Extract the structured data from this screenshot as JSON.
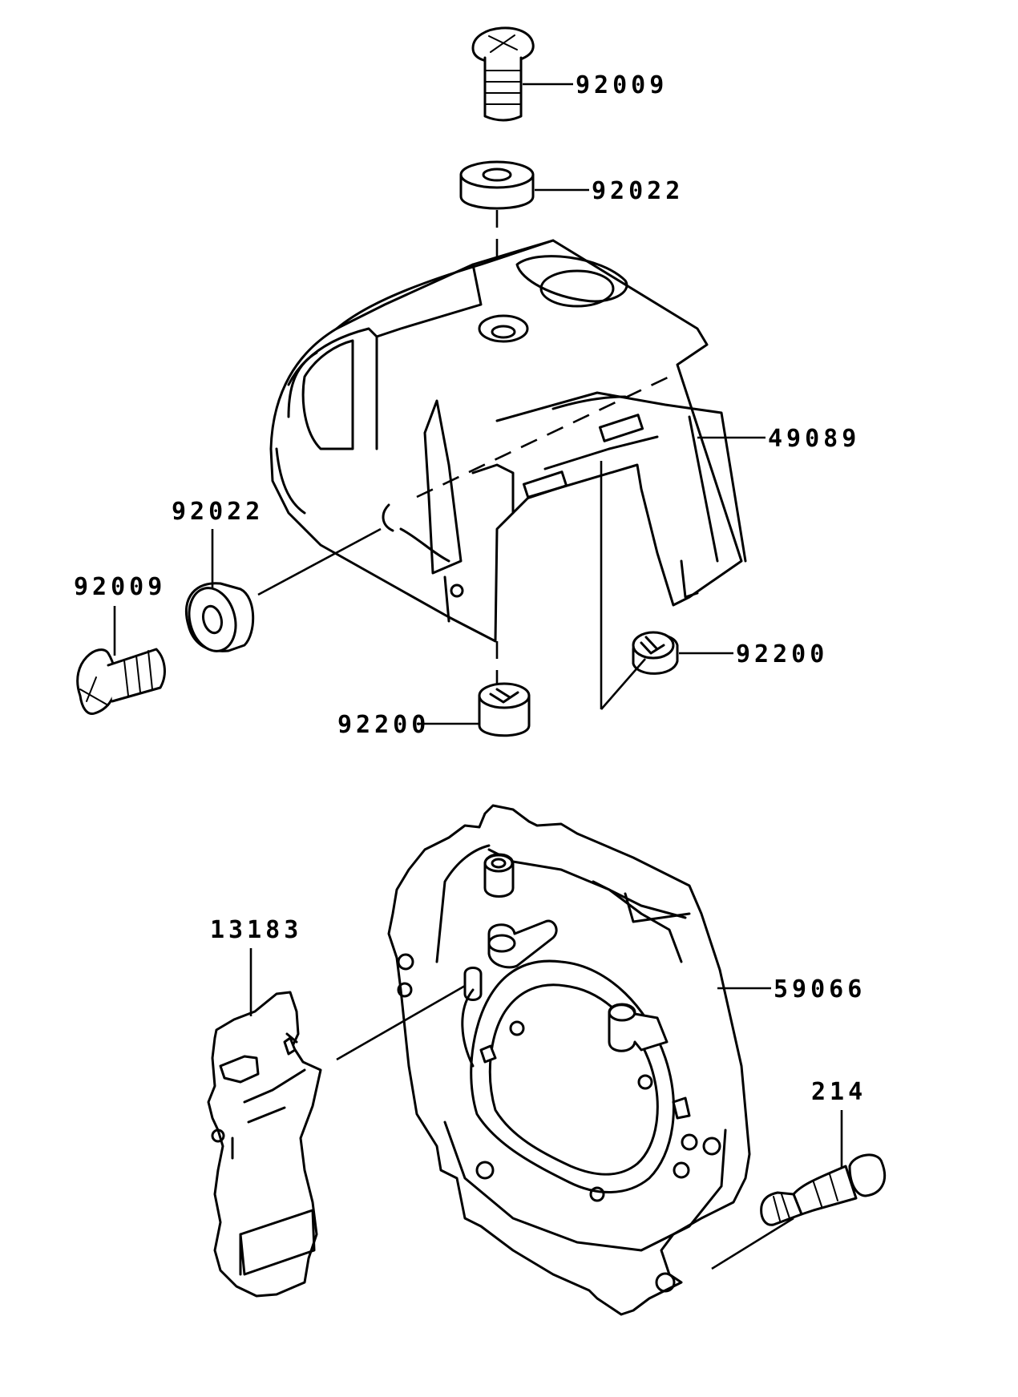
{
  "diagram": {
    "part_labels": {
      "screw_top": "92009",
      "washer_top": "92022",
      "cylinder_cover": "49089",
      "washer_left": "92022",
      "screw_left": "92009",
      "grommet_right": "92200",
      "grommet_center": "92200",
      "plate": "13183",
      "fan_housing": "59066",
      "bolt": "214"
    }
  }
}
